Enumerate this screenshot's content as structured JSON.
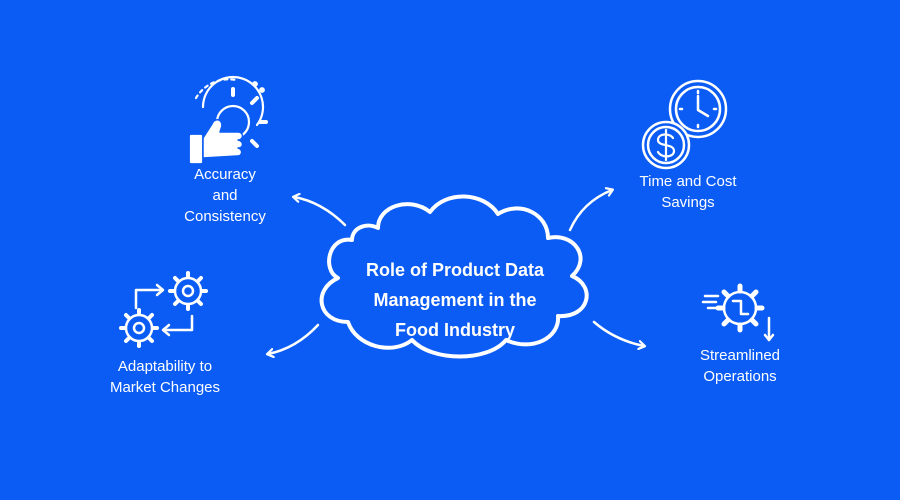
{
  "diagram": {
    "center": {
      "lines": [
        "Role of Product Data",
        "Management in the",
        "Food Industry"
      ]
    },
    "nodes": {
      "accuracy": {
        "lines": [
          "Accuracy",
          "and",
          "Consistency"
        ],
        "icon": "gear-thumbs-up-icon"
      },
      "time_cost": {
        "lines": [
          "Time and Cost",
          "Savings"
        ],
        "icon": "clock-dollar-icon"
      },
      "adaptability": {
        "lines": [
          "Adaptability to",
          "Market Changes"
        ],
        "icon": "gears-arrows-icon"
      },
      "streamlined": {
        "lines": [
          "Streamlined",
          "Operations"
        ],
        "icon": "gear-speed-icon"
      }
    },
    "colors": {
      "background": "#0b5cf4",
      "foreground": "#ffffff"
    }
  }
}
